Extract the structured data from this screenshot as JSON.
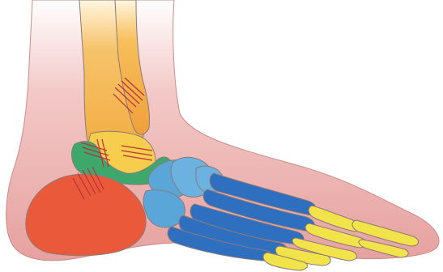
{
  "illustration": {
    "subject": "foot-and-ankle-bones",
    "regions": [
      {
        "id": "skin",
        "color": "#e9a5a4"
      },
      {
        "id": "leg-bones",
        "color": "#f2a93b"
      },
      {
        "id": "talus",
        "color": "#f6cd4d"
      },
      {
        "id": "calcaneus",
        "color": "#ea5a3a"
      },
      {
        "id": "ankle-joint",
        "color": "#3ea76b"
      },
      {
        "id": "midfoot",
        "color": "#5aa6d8"
      },
      {
        "id": "metatarsals",
        "color": "#2e6fbf"
      },
      {
        "id": "phalanges",
        "color": "#f3e34a"
      },
      {
        "id": "ligaments",
        "color": "#b8323a"
      }
    ]
  }
}
